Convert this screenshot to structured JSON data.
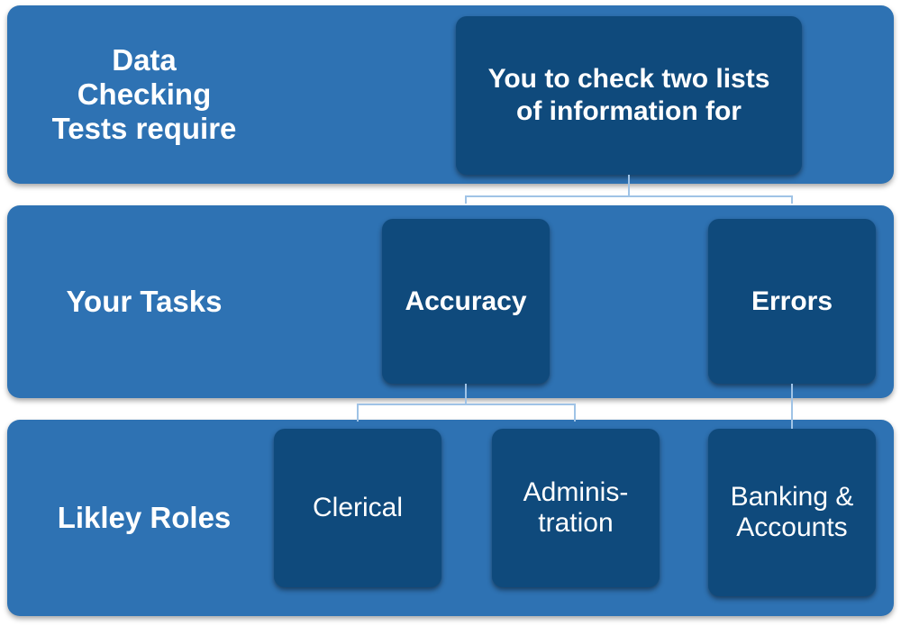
{
  "rows": {
    "row1": {
      "label": "Data\nChecking\nTests require",
      "box": "You to check two lists\nof information for"
    },
    "row2": {
      "label": "Your Tasks",
      "boxes": [
        "Accuracy",
        "Errors"
      ]
    },
    "row3": {
      "label": "Likley Roles",
      "boxes": [
        "Clerical",
        "Adminis-\ntration",
        "Banking &\nAccounts"
      ]
    }
  },
  "colors": {
    "band": "#2e72b3",
    "box": "#0f4a7c",
    "connector": "#9fc3e6",
    "text": "#ffffff"
  }
}
